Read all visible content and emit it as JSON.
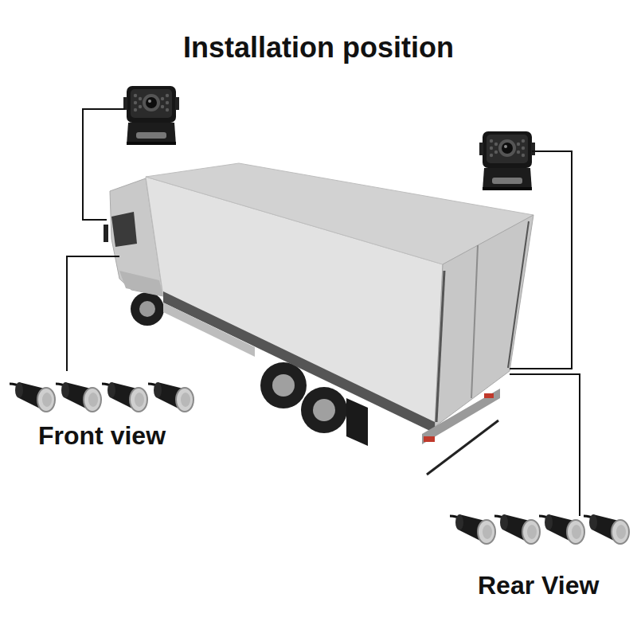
{
  "diagram": {
    "title": "Installation position",
    "labels": [
      "Front view",
      "Rear View"
    ]
  }
}
